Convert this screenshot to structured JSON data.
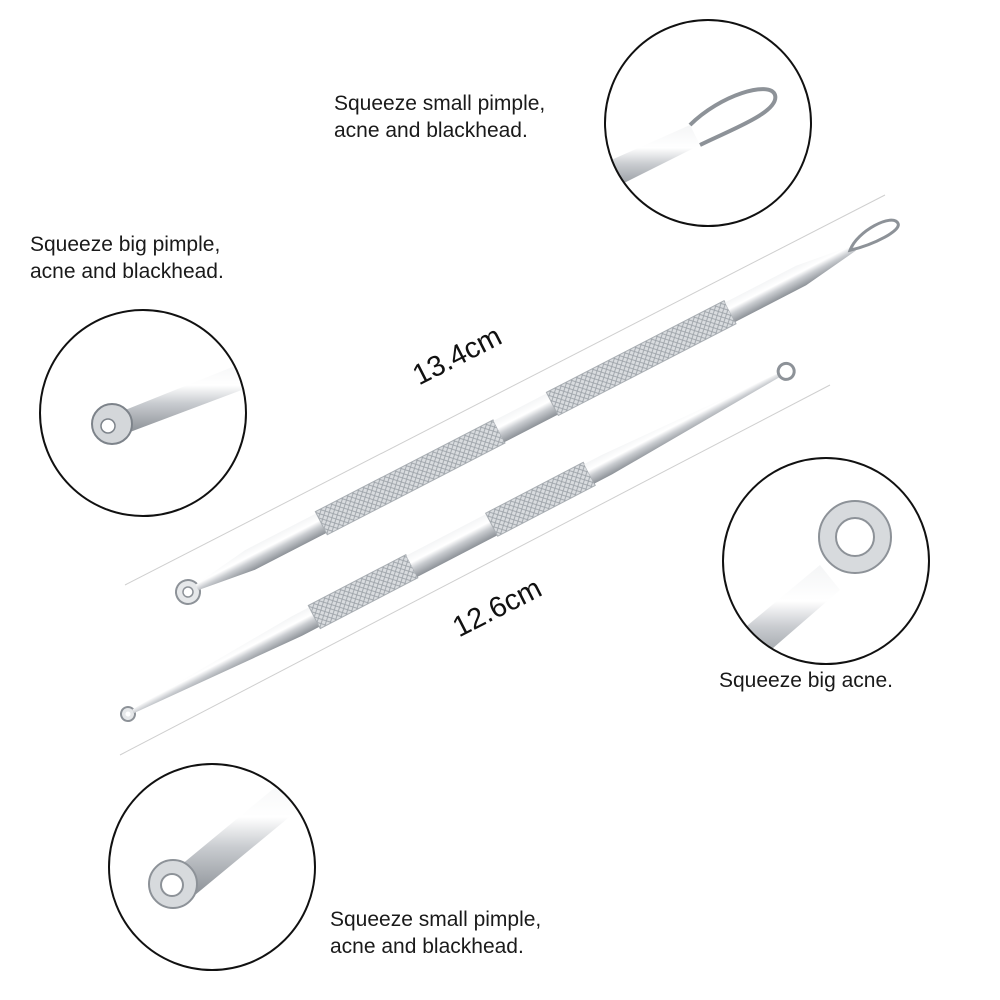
{
  "captions": {
    "top_right": "Squeeze small pimple,\nacne and blackhead.",
    "left": "Squeeze big pimple,\nacne and blackhead.",
    "right": "Squeeze big acne.",
    "bottom": "Squeeze small pimple,\nacne and blackhead."
  },
  "dimensions": {
    "long_tool": "13.4cm",
    "short_tool": "12.6cm"
  }
}
